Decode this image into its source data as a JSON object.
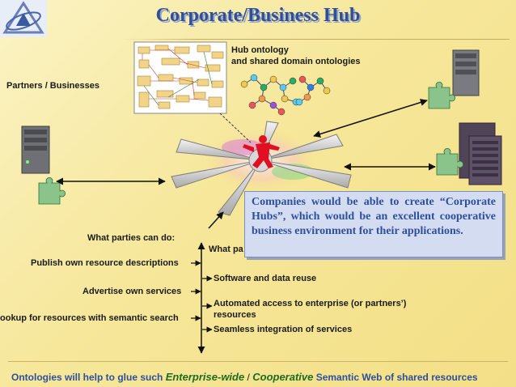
{
  "title": "Corporate/Business Hub",
  "labels": {
    "hub_ontology_line1": "Hub ontology",
    "hub_ontology_line2": "and shared domain ontologies",
    "partners": "Partners / Businesses",
    "what_parties_can_do": "What parties can do:",
    "what_parties_get": "What pa",
    "publish": "Publish own resource descriptions",
    "advertise": "Advertise own services",
    "lookup": "ookup for resources with semantic search",
    "software_reuse": "Software and data reuse",
    "automated_line1": "Automated access to enterprise (or partners’)",
    "automated_line2": "resources",
    "seamless": "Seamless integration of services"
  },
  "callout": "Companies would be able to create “Corporate Hubs”, which would be an excellent cooperative business environment for their applications.",
  "footer": {
    "prefix": "Ontologies will help to glue  such ",
    "em1": "Enterprise-wide",
    "sep": " / ",
    "em2": "Cooperative",
    "suffix": " Semantic Web of shared resources"
  },
  "icons": [
    "logo-icon",
    "server-icon",
    "puzzle-icon",
    "ontology-graph-icon",
    "schema-diagram-icon",
    "hub-star-icon",
    "person-icon"
  ],
  "colors": {
    "title": "#2d4f9c",
    "callout_bg": "#d4dcf1",
    "footer_em": "#1f6b20"
  }
}
